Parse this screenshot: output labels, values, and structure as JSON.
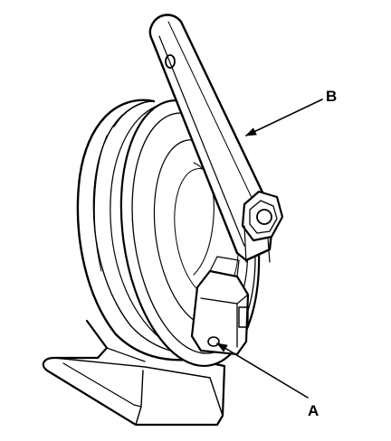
{
  "diagram": {
    "callouts": [
      {
        "id": "A",
        "label": "A"
      },
      {
        "id": "B",
        "label": "B"
      }
    ],
    "line_color": "#000000",
    "background_color": "#ffffff"
  }
}
